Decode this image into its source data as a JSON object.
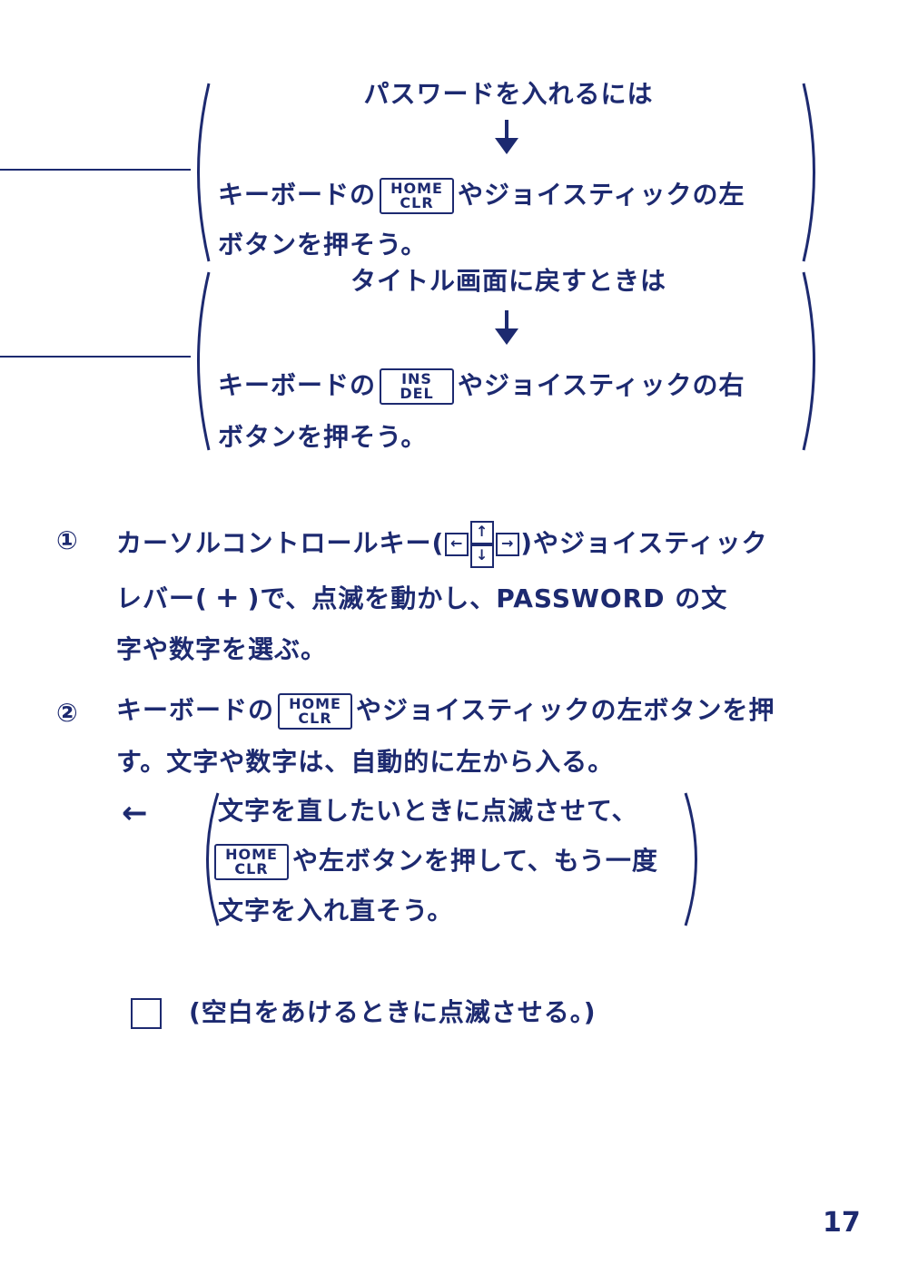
{
  "block1": {
    "title": "パスワードを入れるには",
    "line1_pre": "キーボードの",
    "key_top": "HOME",
    "key_bottom": "CLR",
    "line1_post": "やジョイスティックの左",
    "line2": "ボタンを押そう。"
  },
  "block2": {
    "title": "タイトル画面に戻すときは",
    "line1_pre": "キーボードの",
    "key_top": "INS",
    "key_bottom": "DEL",
    "line1_post": "やジョイスティックの右",
    "line2": "ボタンを押そう。"
  },
  "step1": {
    "number": "①",
    "line1_pre": "カーソルコントロールキー(",
    "ck_left": "←",
    "ck_up": "↑",
    "ck_down": "↓",
    "ck_right": "→",
    "line1_post": ")やジョイスティック",
    "line2_pre": "レバー(",
    "lever": "+",
    "line2_post": ")で、点滅を動かし、PASSWORD の文",
    "line3": "字や数字を選ぶ。"
  },
  "step2": {
    "number": "②",
    "line1_pre": "キーボードの",
    "key_top": "HOME",
    "key_bottom": "CLR",
    "line1_post": "やジョイスティックの左ボタンを押",
    "line2": "す。文字や数字は、自動的に左から入る。"
  },
  "note": {
    "arrow": "←",
    "line1": "文字を直したいときに点滅させて、",
    "key_top": "HOME",
    "key_bottom": "CLR",
    "line2_post": "や左ボタンを押して、もう一度",
    "line3": "文字を入れ直そう。"
  },
  "blank": {
    "text": "(空白をあけるときに点滅させる。)"
  },
  "page_number": "17"
}
